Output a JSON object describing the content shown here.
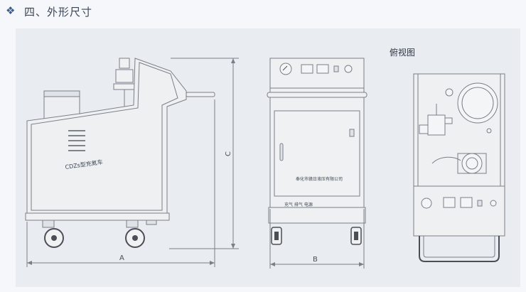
{
  "header": {
    "mark": "❖",
    "title": "四、外形尺寸"
  },
  "labels": {
    "top_view": "俯视图",
    "dim_a": "A",
    "dim_b": "B",
    "dim_c": "C",
    "product_name": "CDZs型充氮车",
    "company": "奉化市赣日液压有限公司",
    "controls": "充气  排气  电源"
  },
  "colors": {
    "line": "#7a7f88",
    "panel": "#e9ecf0",
    "wheel": "#4a4f57",
    "accent": "#3a5e93"
  }
}
